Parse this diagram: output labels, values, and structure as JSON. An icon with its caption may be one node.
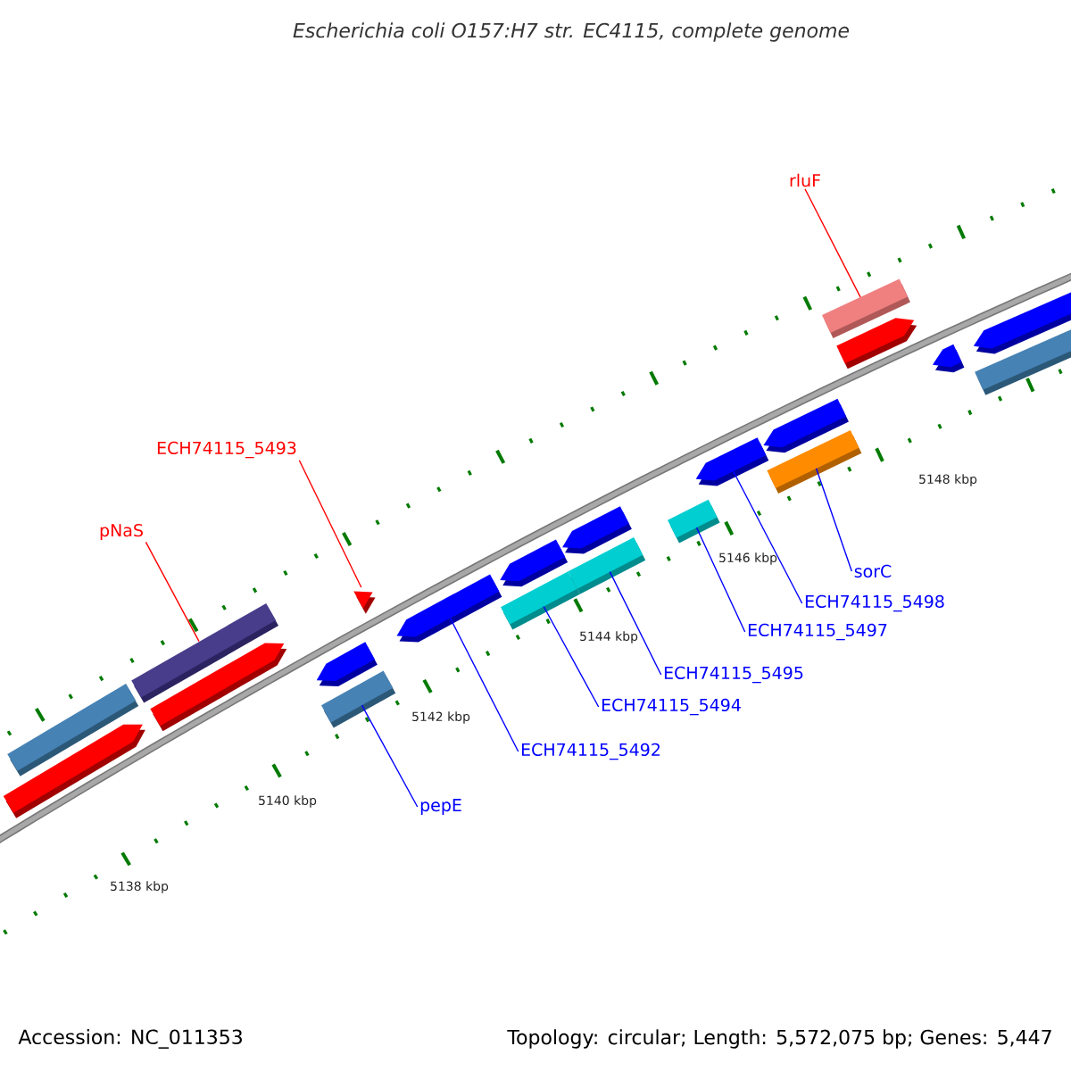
{
  "diagram": {
    "title": "Escherichia coli O157:H7 str. EC4115, complete genome",
    "nodes": [
      {
        "text": [
          "rluF"
        ]
      },
      {
        "text": [
          "ECH74115_5493"
        ]
      },
      {
        "text": [
          "pNaS"
        ]
      },
      {
        "text": [
          "sorC"
        ]
      },
      {
        "text": [
          "ECH74115_5498"
        ]
      },
      {
        "text": [
          "ECH74115_5497"
        ]
      },
      {
        "text": [
          "ECH74115_5495"
        ]
      },
      {
        "text": [
          "ECH74115_5494"
        ]
      },
      {
        "text": [
          "ECH74115_5492"
        ]
      },
      {
        "text": [
          "pepE"
        ]
      },
      {
        "text": [],
        "shape": "bar"
      },
      {
        "text": [],
        "shape": "arrow"
      },
      {
        "text": [],
        "shape": "bar"
      },
      {
        "text": [],
        "shape": "arrow"
      },
      {
        "text": [],
        "shape": "arrow"
      },
      {
        "text": [],
        "shape": "bar"
      },
      {
        "text": [],
        "shape": "arrow"
      },
      {
        "text": [],
        "shape": "arrow"
      },
      {
        "text": [],
        "shape": "arrow"
      },
      {
        "text": [],
        "shape": "bar"
      },
      {
        "text": [],
        "shape": "arrow"
      },
      {
        "text": [],
        "shape": "bar"
      },
      {
        "text": [],
        "shape": "bar"
      },
      {
        "text": [],
        "shape": "arrow"
      },
      {
        "text": [],
        "shape": "arrow"
      },
      {
        "text": [],
        "shape": "bar"
      },
      {
        "text": [],
        "shape": "bar"
      },
      {
        "text": [],
        "shape": "arrow"
      },
      {
        "text": [],
        "shape": "arrow"
      },
      {
        "text": [],
        "shape": "arrow"
      },
      {
        "text": [],
        "shape": "bar"
      }
    ],
    "edges": [
      {
        "from": 0,
        "to": 26,
        "arrow": "none",
        "color": "#ff0000"
      },
      {
        "from": 1,
        "to": 16,
        "arrow": "none",
        "color": "#ff0000"
      },
      {
        "from": 2,
        "to": 12,
        "arrow": "none",
        "color": "#ff0000"
      },
      {
        "from": 3,
        "to": 25,
        "arrow": "none"
      },
      {
        "from": 4,
        "to": 23,
        "arrow": "none"
      },
      {
        "from": 5,
        "to": 22,
        "arrow": "none"
      },
      {
        "from": 6,
        "to": 21,
        "arrow": "none"
      },
      {
        "from": 7,
        "to": 19,
        "arrow": "none"
      },
      {
        "from": 8,
        "to": 17,
        "arrow": "none"
      },
      {
        "from": 9,
        "to": 15,
        "arrow": "none"
      }
    ],
    "labels": [
      "5148 kbp",
      "5146 kbp",
      "5144 kbp",
      "5142 kbp",
      "5140 kbp",
      "5138 kbp",
      "Accession: NC_011353",
      "Topology: circular; Length: 5,572,075 bp; Genes: 5,447"
    ]
  }
}
